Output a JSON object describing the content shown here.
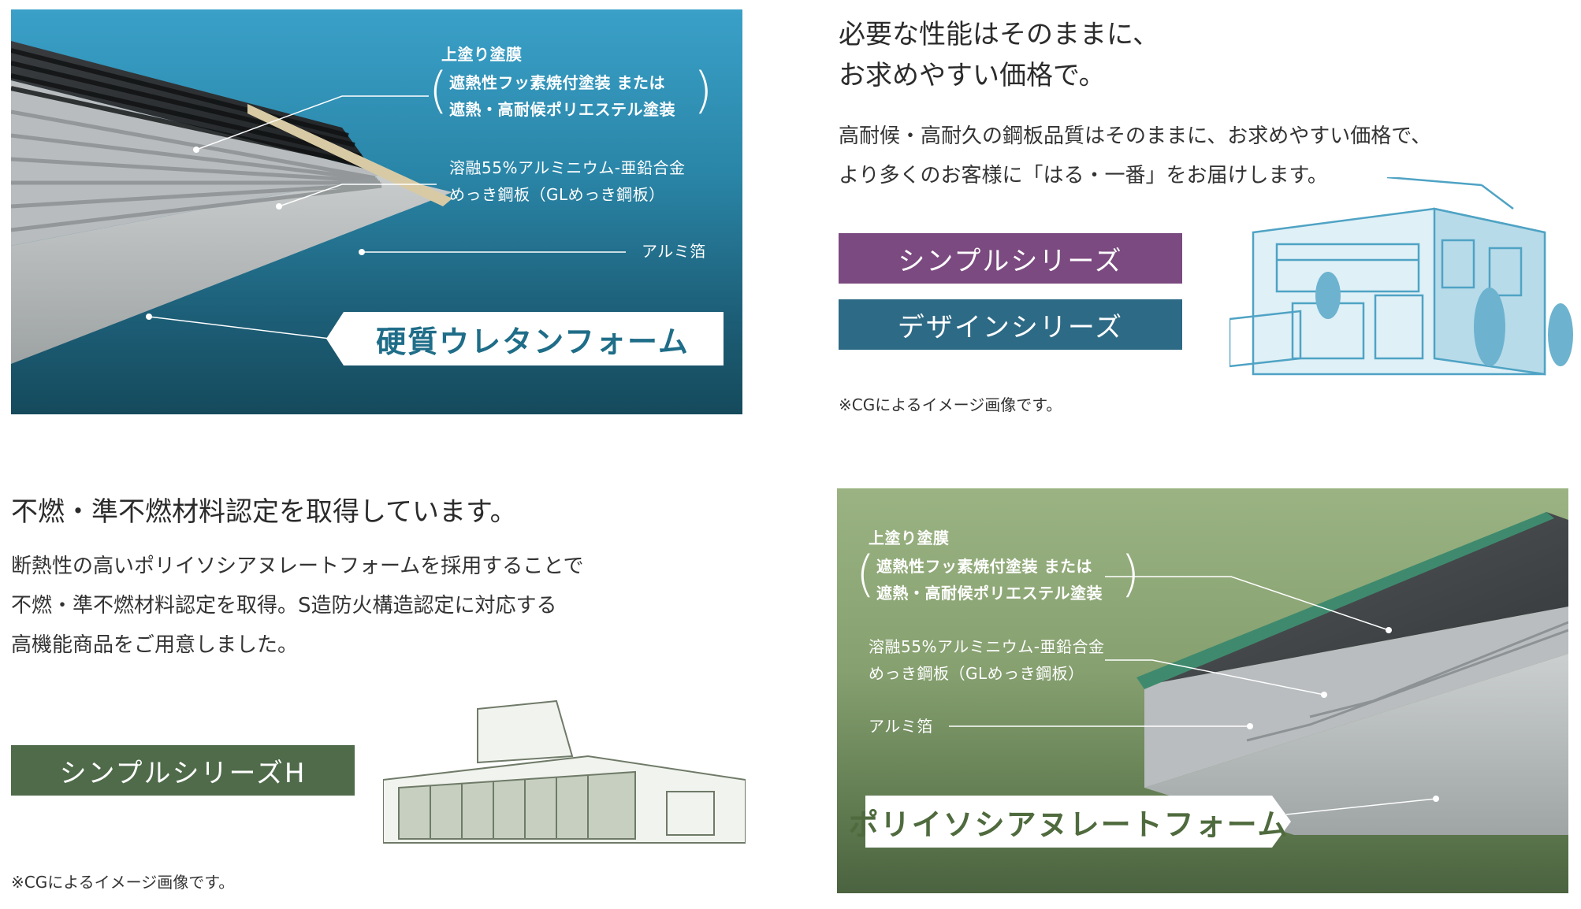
{
  "colors": {
    "simple_series": "#7b4a80",
    "design_series": "#2d6a86",
    "simple_series_h": "#4f6b4a",
    "urethane_tag_text": "#1f6d88",
    "iso_tag_text": "#4f6b3e"
  },
  "panel_urethane": {
    "top_coat_label": "上塗り塗膜",
    "coat_line1": "遮熱性フッ素焼付塗装 または",
    "coat_line2": "遮熱・高耐候ポリエステル塗装",
    "steel_line1": "溶融55%アルミニウム-亜鉛合金",
    "steel_line2": "めっき鋼板（GLめっき鋼板）",
    "foil_label": "アルミ箔",
    "foam_tag": "硬質ウレタンフォーム"
  },
  "section_simple": {
    "heading_line1": "必要な性能はそのままに、",
    "heading_line2": "お求めやすい価格で。",
    "body_line1": "高耐候・高耐久の鋼板品質はそのままに、お求めやすい価格で、",
    "body_line2": "より多くのお客様に「はる・一番」をお届けします。",
    "series_1": "シンプルシリーズ",
    "series_2": "デザインシリーズ",
    "note": "※CGによるイメージ画像です。"
  },
  "section_fireproof": {
    "heading": "不燃・準不燃材料認定を取得しています。",
    "body_line1": "断熱性の高いポリイソシアヌレートフォームを採用することで",
    "body_line2": "不燃・準不燃材料認定を取得。S造防火構造認定に対応する",
    "body_line3": "高機能商品をご用意しました。",
    "series": "シンプルシリーズH",
    "note": "※CGによるイメージ画像です。"
  },
  "panel_isocyanurate": {
    "top_coat_label": "上塗り塗膜",
    "coat_line1": "遮熱性フッ素焼付塗装 または",
    "coat_line2": "遮熱・高耐候ポリエステル塗装",
    "steel_line1": "溶融55%アルミニウム-亜鉛合金",
    "steel_line2": "めっき鋼板（GLめっき鋼板）",
    "foil_label": "アルミ箔",
    "foam_tag": "ポリイソシアヌレートフォーム"
  }
}
